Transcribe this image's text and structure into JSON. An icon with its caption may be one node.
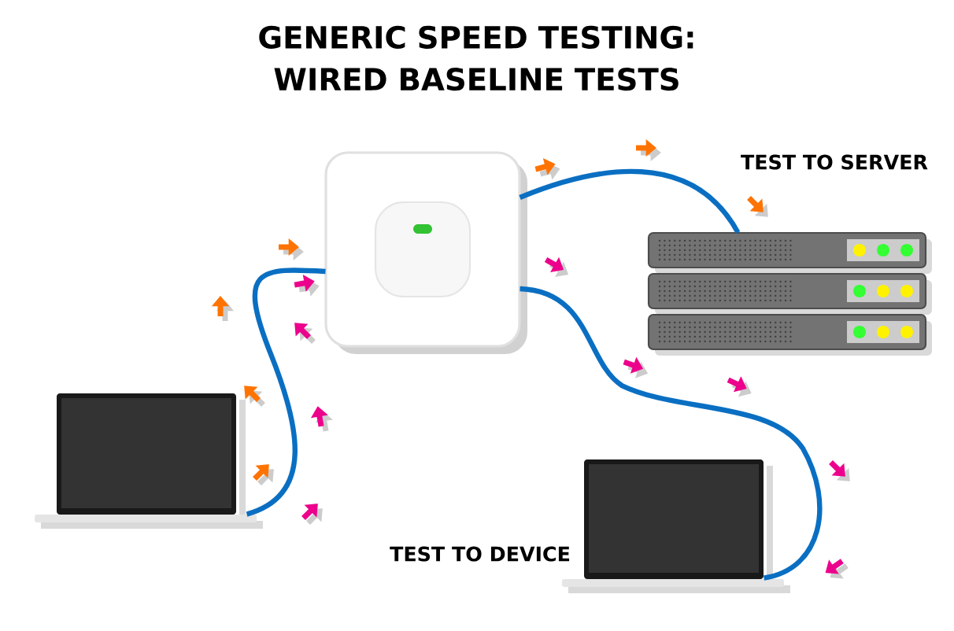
{
  "diagram": {
    "title": "GENERIC SPEED TESTING: WIRED BASELINE TESTS",
    "nodes": [
      {
        "text": [],
        "shape": "picture"
      },
      {
        "text": [],
        "shape": "picture"
      },
      {
        "text": [],
        "shape": "picture",
        "beside": [
          "TEST TO SERVER"
        ]
      },
      {
        "text": [],
        "shape": "picture",
        "beside": [
          "TEST TO DEVICE"
        ]
      }
    ],
    "edges": [
      {
        "from": 0,
        "to": 1,
        "arrow": "none"
      },
      {
        "from": 1,
        "to": 2,
        "arrow": "none"
      },
      {
        "from": 1,
        "to": 3,
        "arrow": "none"
      }
    ]
  }
}
